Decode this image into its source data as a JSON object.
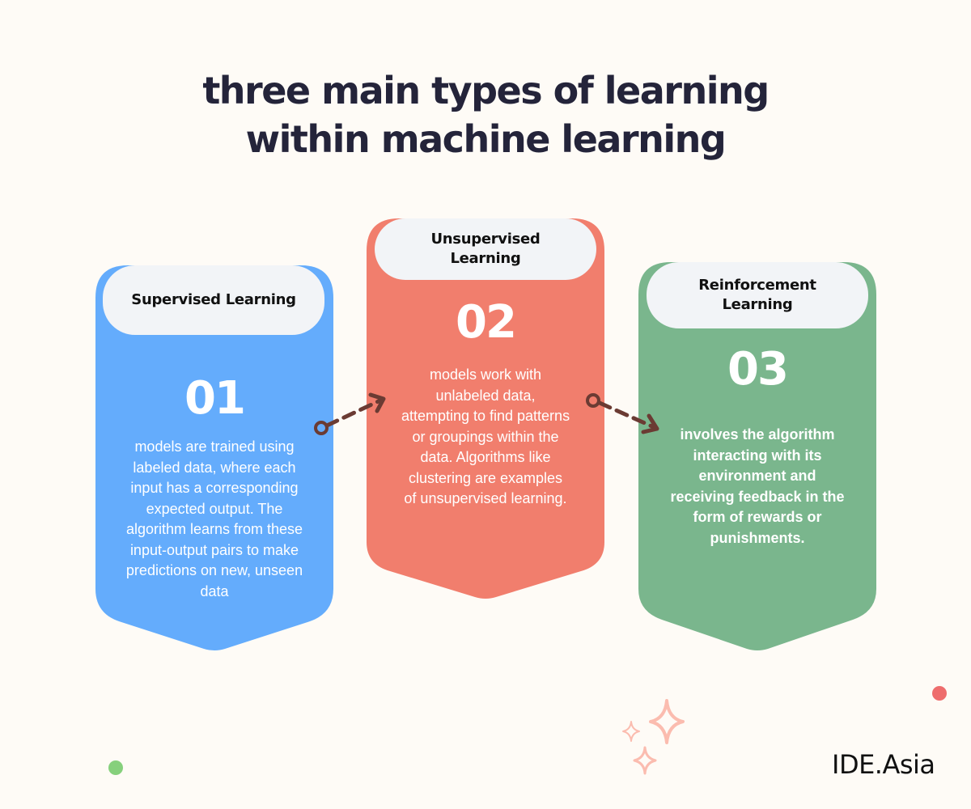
{
  "title": {
    "line1": "three main types of learning",
    "line2": "within machine learning"
  },
  "cards": [
    {
      "label": "Supervised Learning",
      "number": "01",
      "color": "#64acfc",
      "description": "models are trained using labeled data, where each input has a corresponding expected output. The algorithm learns from these input-output pairs to make predictions on new, unseen data"
    },
    {
      "label_line1": "Unsupervised",
      "label_line2": "Learning",
      "number": "02",
      "color": "#f17e6d",
      "description": "models work with unlabeled data, attempting to find patterns or groupings within the data. Algorithms like clustering are examples of unsupervised learning."
    },
    {
      "label_line1": "Reinforcement",
      "label_line2": "Learning",
      "number": "03",
      "color": "#7ab68d",
      "description": "involves the algorithm interacting with its environment and receiving feedback in the form of rewards or punishments."
    }
  ],
  "colors": {
    "background": "#fefbf6",
    "pill": "#f2f4f7",
    "arrow": "#6b3b33",
    "title": "#24243a",
    "sparkle": "#fbbcaf",
    "dot_red": "#ee6d6d",
    "dot_green": "#86d07c"
  },
  "footer": {
    "brand": "IDE.Asia"
  },
  "decorations": [
    "sparkles-icon",
    "red-dot",
    "green-dot"
  ]
}
